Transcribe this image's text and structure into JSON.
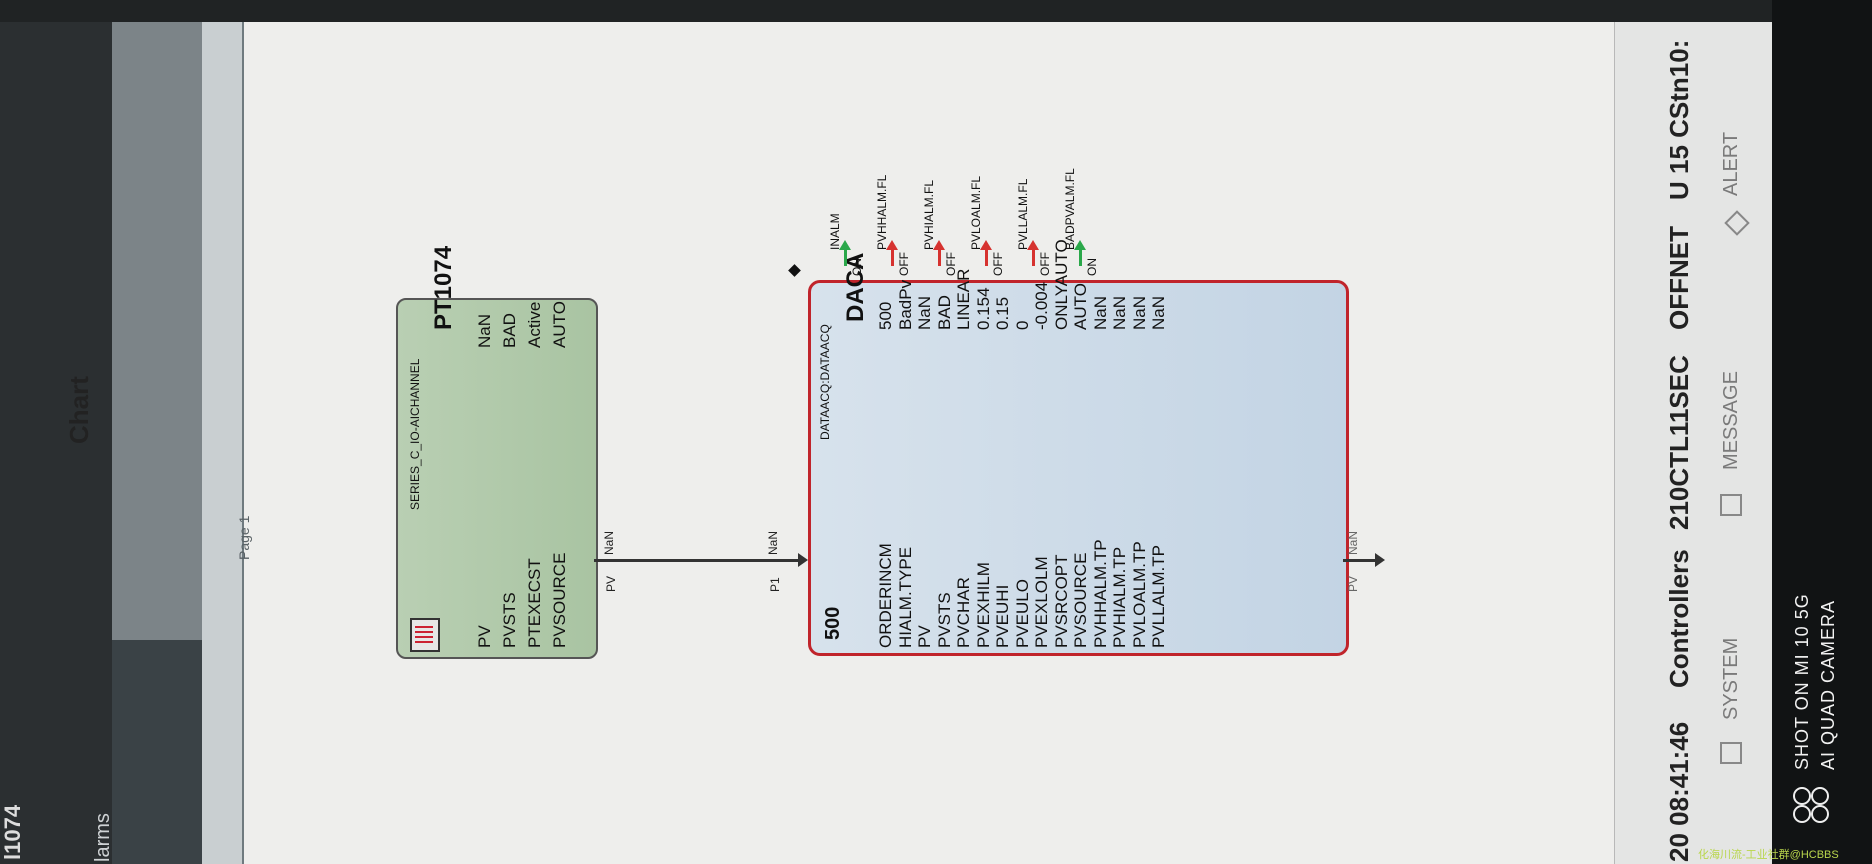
{
  "window": {
    "title": "Chart",
    "tag_fragment": "l1074",
    "alarms_tab": "larms"
  },
  "page_label": "Page 1",
  "block1": {
    "type": "SERIES_C_IO-AICHANNEL",
    "name": "PT1074",
    "params": [
      {
        "label": "PV",
        "value": "NaN"
      },
      {
        "label": "PVSTS",
        "value": "BAD"
      },
      {
        "label": "PTEXECST",
        "value": "Active"
      },
      {
        "label": "PVSOURCE",
        "value": "AUTO"
      }
    ],
    "out_pin": "PV",
    "out_value": "NaN"
  },
  "wire": {
    "in_pin": "P1",
    "in_value": "NaN"
  },
  "block2": {
    "type": "DATAACQ:DATAACQ",
    "name": "DACA",
    "order": "500",
    "params": [
      {
        "label": "ORDERINCM",
        "value": "500"
      },
      {
        "label": "HIALM.TYPE",
        "value": "BadPv"
      },
      {
        "label": "PV",
        "value": "NaN"
      },
      {
        "label": "PVSTS",
        "value": "BAD"
      },
      {
        "label": "PVCHAR",
        "value": "LINEAR"
      },
      {
        "label": "PVEXHILM",
        "value": "0.154"
      },
      {
        "label": "PVEUHI",
        "value": "0.15"
      },
      {
        "label": "PVEULO",
        "value": "0"
      },
      {
        "label": "PVEXLOLM",
        "value": "-0.004"
      },
      {
        "label": "PVSRCOPT",
        "value": "ONLYAUTO"
      },
      {
        "label": "PVSOURCE",
        "value": "AUTO"
      },
      {
        "label": "PVHHALM.TP",
        "value": "NaN"
      },
      {
        "label": "PVHIALM.TP",
        "value": "NaN"
      },
      {
        "label": "PVLOALM.TP",
        "value": "NaN"
      },
      {
        "label": "PVLLALM.TP",
        "value": "NaN"
      }
    ],
    "alarms": [
      {
        "name": "INALM",
        "state": "ON",
        "color": "#2aa84a"
      },
      {
        "name": "PVHHALM.FL",
        "state": "OFF",
        "color": "#d6322f"
      },
      {
        "name": "PVHIALM.FL",
        "state": "OFF",
        "color": "#d6322f"
      },
      {
        "name": "PVLOALM.FL",
        "state": "OFF",
        "color": "#d6322f"
      },
      {
        "name": "PVLLALM.FL",
        "state": "OFF",
        "color": "#d6322f"
      },
      {
        "name": "BADPVALM.FL",
        "state": "ON",
        "color": "#2aa84a"
      }
    ],
    "out_pin": "PV",
    "out_value": "NaN"
  },
  "status_bar": {
    "time": "20  08:41:46",
    "controllers": "Controllers",
    "controller_name": "210CTL11SEC",
    "network": "OFFNET",
    "unit": "U 15 CStn10:"
  },
  "nav": {
    "system": "SYSTEM",
    "message": "MESSAGE",
    "alert": "ALERT"
  },
  "camera": {
    "line1": "SHOT ON MI 10 5G",
    "line2": "AI QUAD CAMERA"
  },
  "watermark": "化海川流-工业社群@HCBBS"
}
